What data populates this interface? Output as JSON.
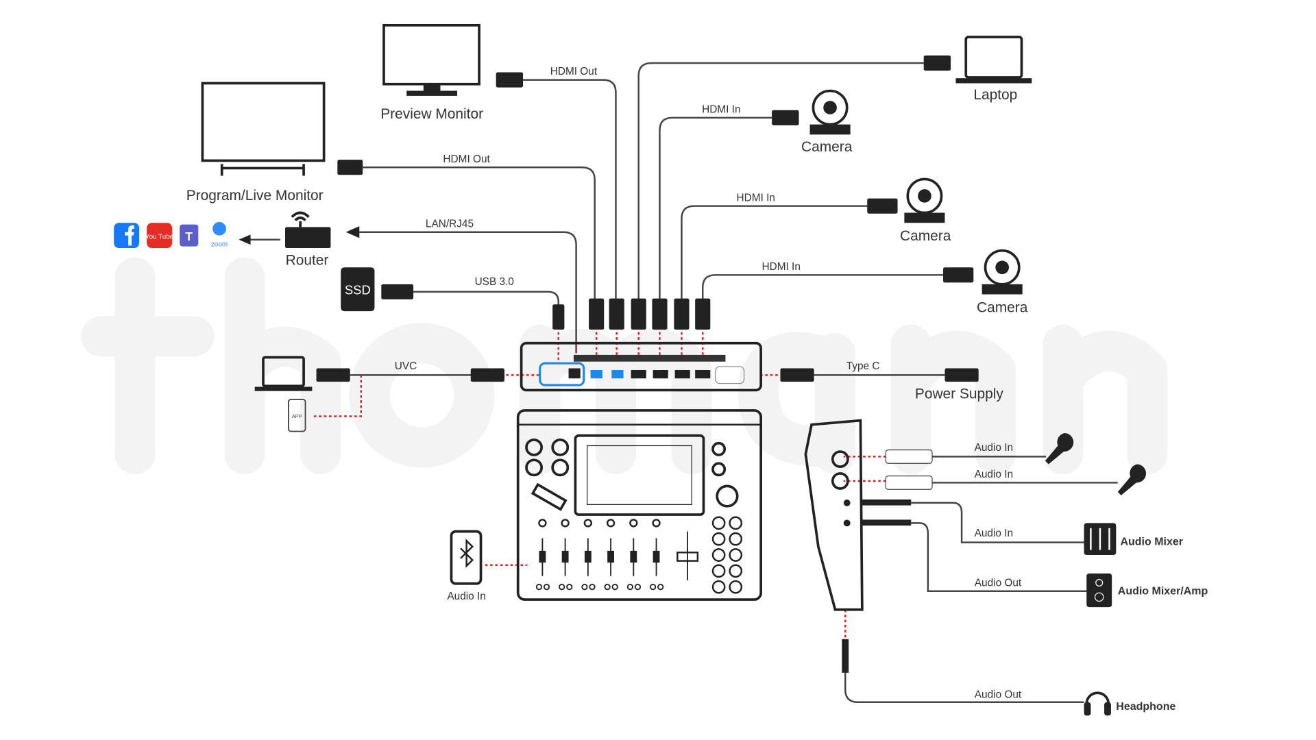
{
  "watermark": "thomann",
  "devices": {
    "preview_monitor": "Preview Monitor",
    "program_monitor": "Program/Live Monitor",
    "laptop_top": "Laptop",
    "camera_1": "Camera",
    "camera_2": "Camera",
    "camera_3": "Camera",
    "router": "Router",
    "ssd": "SSD",
    "power_supply": "Power Supply",
    "app": "APP",
    "audio_mixer": "Audio Mixer",
    "audio_mixer_amp": "Audio Mixer/Amp",
    "headphone": "Headphone"
  },
  "cables": {
    "hdmi_out_preview": "HDMI Out",
    "hdmi_out_program": "HDMI Out",
    "hdmi_in_1": "HDMI In",
    "hdmi_in_2": "HDMI In",
    "hdmi_in_3": "HDMI In",
    "lan": "LAN/RJ45",
    "usb": "USB 3.0",
    "uvc": "UVC",
    "typec": "Type C",
    "bt_audio_in": "Audio In",
    "audio_in_1": "Audio In",
    "audio_in_2": "Audio In",
    "audio_in_3": "Audio In",
    "audio_out_1": "Audio Out",
    "audio_out_2": "Audio Out"
  },
  "streaming_platforms": [
    "facebook",
    "youtube",
    "teams",
    "zoom"
  ],
  "platform_text": {
    "youtube": "You Tube",
    "teams": "T",
    "zoom": "zoom"
  },
  "colors": {
    "signal_dotted": "#e02020",
    "facebook": "#1877f2",
    "youtube": "#e52d27",
    "teams": "#5b5fc7",
    "zoom": "#2d8cff",
    "usb_port_highlight": "#1e88e5"
  }
}
